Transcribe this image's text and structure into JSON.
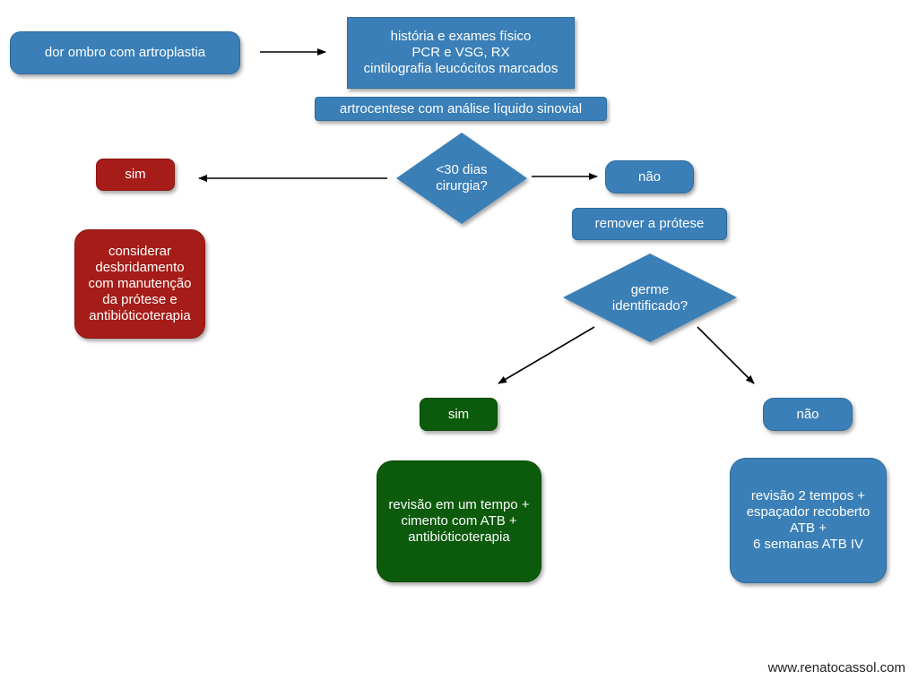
{
  "colors": {
    "blue": "#3a7fb7",
    "red": "#a61c18",
    "green": "#0c5a0c",
    "arrow": "#000000"
  },
  "nodes": {
    "start": "dor ombro com artroplastia",
    "workup": "história e exames físico\nPCR e VSG, RX\ncintilografia leucócitos marcados",
    "arthrocentesis": "artrocentese com análise líquido sinovial",
    "decision_days": "<30 dias\ncirurgia?",
    "yes_days": "sim",
    "yes_days_action": "considerar\ndesbridamento\ncom manutenção\nda prótese e\nantibióticoterapia",
    "no_days": "não",
    "remove": "remover a prótese",
    "decision_germ": "germe\nidentificado?",
    "yes_germ": "sim",
    "yes_germ_action": "revisão em um tempo +\ncimento com ATB +\nantibióticoterapia",
    "no_germ": "não",
    "no_germ_action": "revisão 2 tempos +\nespaçador recoberto\nATB +\n6 semanas ATB IV"
  },
  "footer": "www.renatocassol.com"
}
